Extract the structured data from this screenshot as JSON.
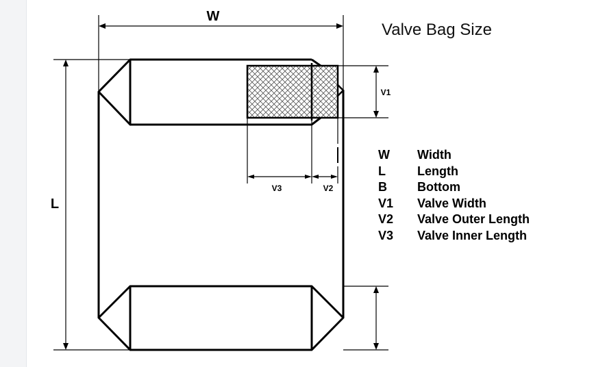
{
  "title": "Valve Bag Size",
  "dimension_labels": {
    "width": "W",
    "length": "L",
    "valve_width": "V1",
    "valve_outer_length": "V2",
    "valve_inner_length": "V3"
  },
  "legend": [
    {
      "code": "W",
      "description": "Width"
    },
    {
      "code": "L",
      "description": "Length"
    },
    {
      "code": "B",
      "description": "Bottom"
    },
    {
      "code": "V1",
      "description": "Valve Width"
    },
    {
      "code": "V2",
      "description": "Valve Outer Length"
    },
    {
      "code": "V3",
      "description": "Valve Inner Length"
    }
  ],
  "colors": {
    "line": "#000000",
    "background": "#ffffff",
    "left_strip": "#f3f4f6"
  }
}
